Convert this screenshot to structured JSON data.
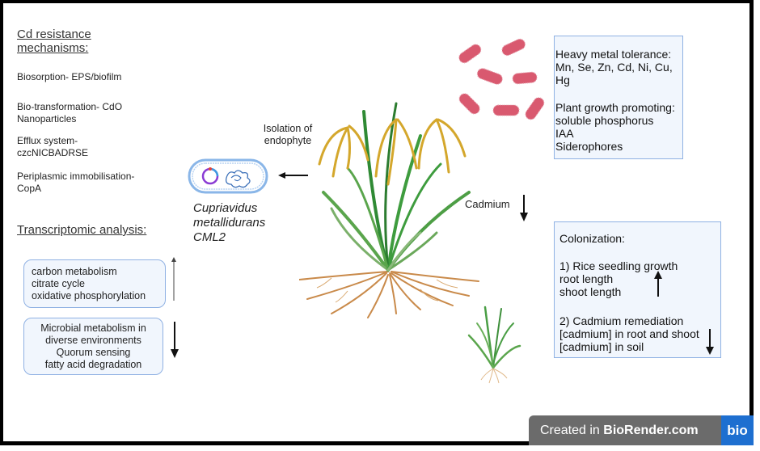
{
  "left_panel": {
    "cd_heading_line1": "Cd resistance",
    "cd_heading_line2": "mechanisms:",
    "mechanisms": [
      {
        "line1": "Biosorption- EPS/biofilm",
        "line2": ""
      },
      {
        "line1": "Bio-transformation- CdO",
        "line2": "Nanoparticles"
      },
      {
        "line1": "Efflux system-",
        "line2": "czcNICBADRSE"
      },
      {
        "line1": "Periplasmic immobilisation-",
        "line2": "CopA"
      }
    ],
    "transcriptomic_heading": "Transcriptomic analysis:",
    "upregulated": {
      "items": [
        "carbon metabolism",
        "citrate cycle",
        "oxidative phosphorylation"
      ],
      "direction": "up"
    },
    "downregulated": {
      "items": [
        "Microbial metabolism in",
        "diverse environments",
        "Quorum sensing",
        "fatty acid degradation"
      ],
      "direction": "down"
    }
  },
  "center": {
    "isolation_label_line1": "Isolation of",
    "isolation_label_line2": "endophyte",
    "species_line1": "Cupriavidus",
    "species_line2": "metallidurans",
    "species_line3": "CML2",
    "cadmium_label": "Cadmium",
    "cadmium_direction": "down"
  },
  "right_panel": {
    "traits": {
      "heavy_metal_title": "Heavy metal tolerance:",
      "heavy_metals": "Mn, Se, Zn, Cd, Ni, Cu, Hg",
      "pgp_title": "Plant growth promoting:",
      "pgp_items": [
        "soluble phosphorus",
        "IAA",
        "Siderophores"
      ]
    },
    "colonization": {
      "title": "Colonization:",
      "growth_title": "1) Rice seedling growth",
      "growth_items": [
        "root length",
        "shoot length"
      ],
      "growth_direction": "up",
      "remediation_title": "2) Cadmium remediation",
      "remediation_items": [
        "[cadmium] in root and shoot",
        "[cadmium] in soil"
      ],
      "remediation_direction": "down"
    }
  },
  "watermark": {
    "prefix": "Created in ",
    "brand": "BioRender.com",
    "logo": "bio"
  },
  "colors": {
    "box_border": "#8fb1e3",
    "box_fill": "#f1f6fd",
    "bacteria": "#d9596f",
    "grain": "#d4a72c",
    "leaf": "#3f9a3a",
    "root": "#c98a4a",
    "watermark_bg": "#6b6b6b",
    "logo_bg": "#1e6fd0"
  }
}
